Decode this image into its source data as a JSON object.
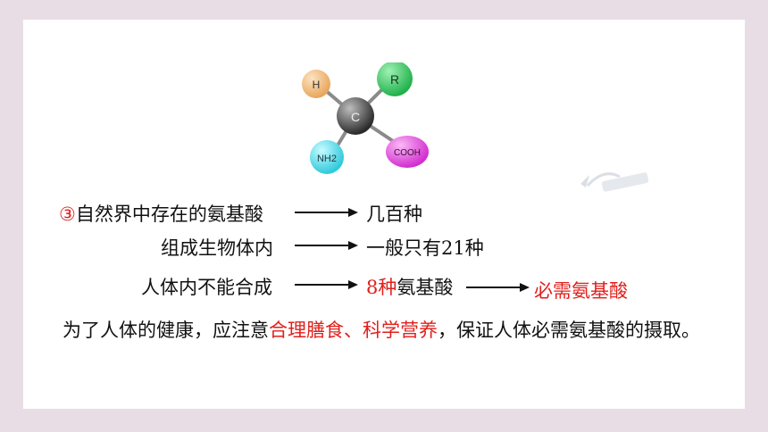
{
  "molecule": {
    "center": "C",
    "top_left": "H",
    "top_right": "R",
    "bottom_left": "NH2",
    "bottom_right": "COOH",
    "colors": {
      "center": "#3a3a3a",
      "top_left": "#f0b877",
      "top_right": "#3dce67",
      "bottom_left": "#4fe2ee",
      "bottom_right": "#e64fe0"
    }
  },
  "rows": [
    {
      "prefix": "③",
      "label": "自然界中存在的氨基酸",
      "result": "几百种"
    },
    {
      "label": "组成生物体内",
      "result_prefix": "一般只有",
      "result_number": "21",
      "result_suffix": "种"
    },
    {
      "label": "人体内不能合成",
      "result_highlight": "8种",
      "result_rest": "氨基酸",
      "final": "必需氨基酸"
    }
  ],
  "paragraph": {
    "part1": "为了人体的健康，应注意",
    "highlight": "合理膳食、科学营养",
    "part2": "，保证人体必需氨基酸的摄取。"
  },
  "colors": {
    "highlight": "#e0201c",
    "background": "#e8dde5"
  }
}
